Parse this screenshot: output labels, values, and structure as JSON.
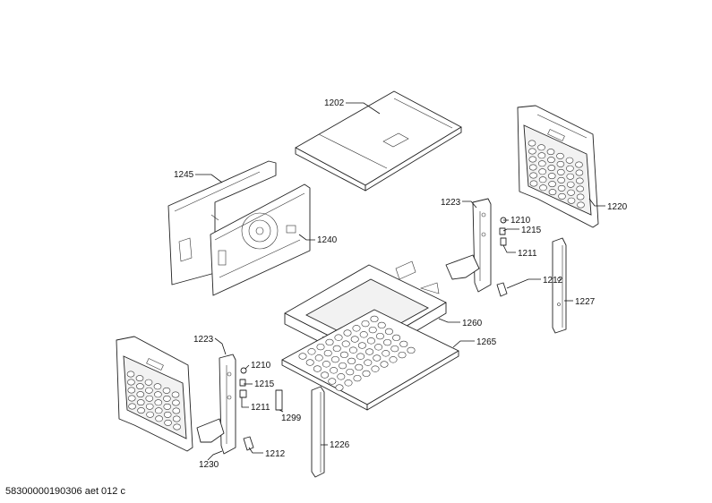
{
  "labels": {
    "p1202": "1202",
    "p1245": "1245",
    "p1240": "1240",
    "p1220": "1220",
    "p1223_right": "1223",
    "p1210_right": "1210",
    "p1215_right": "1215",
    "p1211_right": "1211",
    "p1212_right": "1212",
    "p1227": "1227",
    "p1260": "1260",
    "p1265": "1265",
    "p1223_left": "1223",
    "p1210_left": "1210",
    "p1215_left": "1215",
    "p1211_left": "1211",
    "p1299": "1299",
    "p1226": "1226",
    "p1230": "1230",
    "p1212_left": "1212"
  },
  "footer": {
    "document_id": "58300000190306 aet 012 c"
  }
}
